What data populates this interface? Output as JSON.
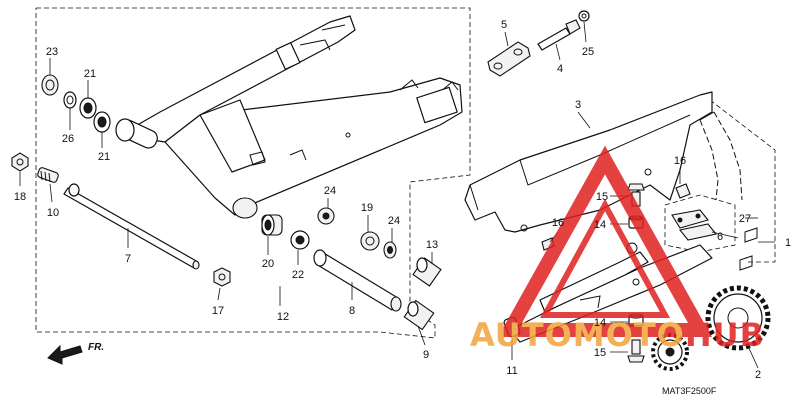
{
  "diagram": {
    "drawing_code": "MAT3F2500F",
    "direction_label": "FR.",
    "watermark": {
      "part1": "AUTOMOTO",
      "part2": "HUB",
      "color1": "#f2a33a",
      "color2": "#e02020"
    },
    "callouts": [
      "23",
      "21",
      "26",
      "21",
      "18",
      "10",
      "7",
      "17",
      "24",
      "20",
      "22",
      "19",
      "24",
      "12",
      "8",
      "13",
      "9",
      "5",
      "4",
      "25",
      "3",
      "16",
      "15",
      "14",
      "16",
      "27",
      "6",
      "1",
      "14",
      "15",
      "11",
      "2"
    ]
  }
}
